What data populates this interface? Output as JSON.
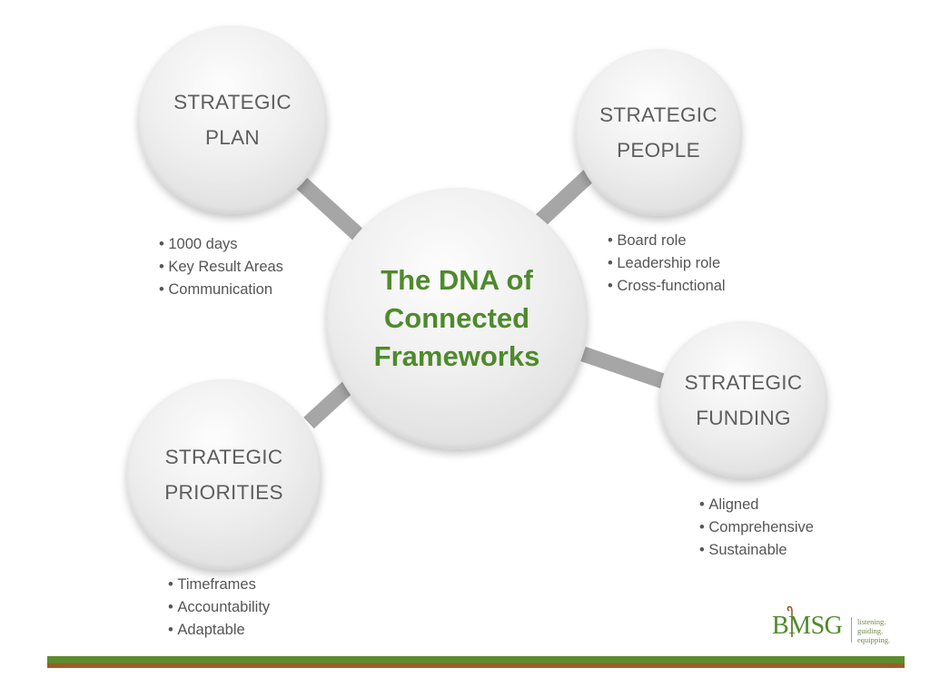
{
  "center": {
    "line1": "The DNA of",
    "line2": "Connected",
    "line3": "Frameworks"
  },
  "nodes": {
    "plan": {
      "line1": "STRATEGIC",
      "line2": "PLAN",
      "bullets": [
        "1000 days",
        "Key Result Areas",
        "Communication"
      ]
    },
    "people": {
      "line1": "STRATEGIC",
      "line2": "PEOPLE",
      "bullets": [
        "Board role",
        "Leadership role",
        "Cross-functional"
      ]
    },
    "priorities": {
      "line1": "STRATEGIC",
      "line2": "PRIORITIES",
      "bullets": [
        "Timeframes",
        "Accountability",
        "Adaptable"
      ]
    },
    "funding": {
      "line1": "STRATEGIC",
      "line2": "FUNDING",
      "bullets": [
        "Aligned",
        "Comprehensive",
        "Sustainable"
      ]
    }
  },
  "logo": {
    "mark": "BMSG",
    "tagline": [
      "listening.",
      "guiding.",
      "equipping."
    ]
  },
  "colors": {
    "center_text": "#4e8a2c",
    "bar_green": "#5e8b2f",
    "bar_brown": "#9b5d25",
    "connector": "#a6a6a6"
  }
}
